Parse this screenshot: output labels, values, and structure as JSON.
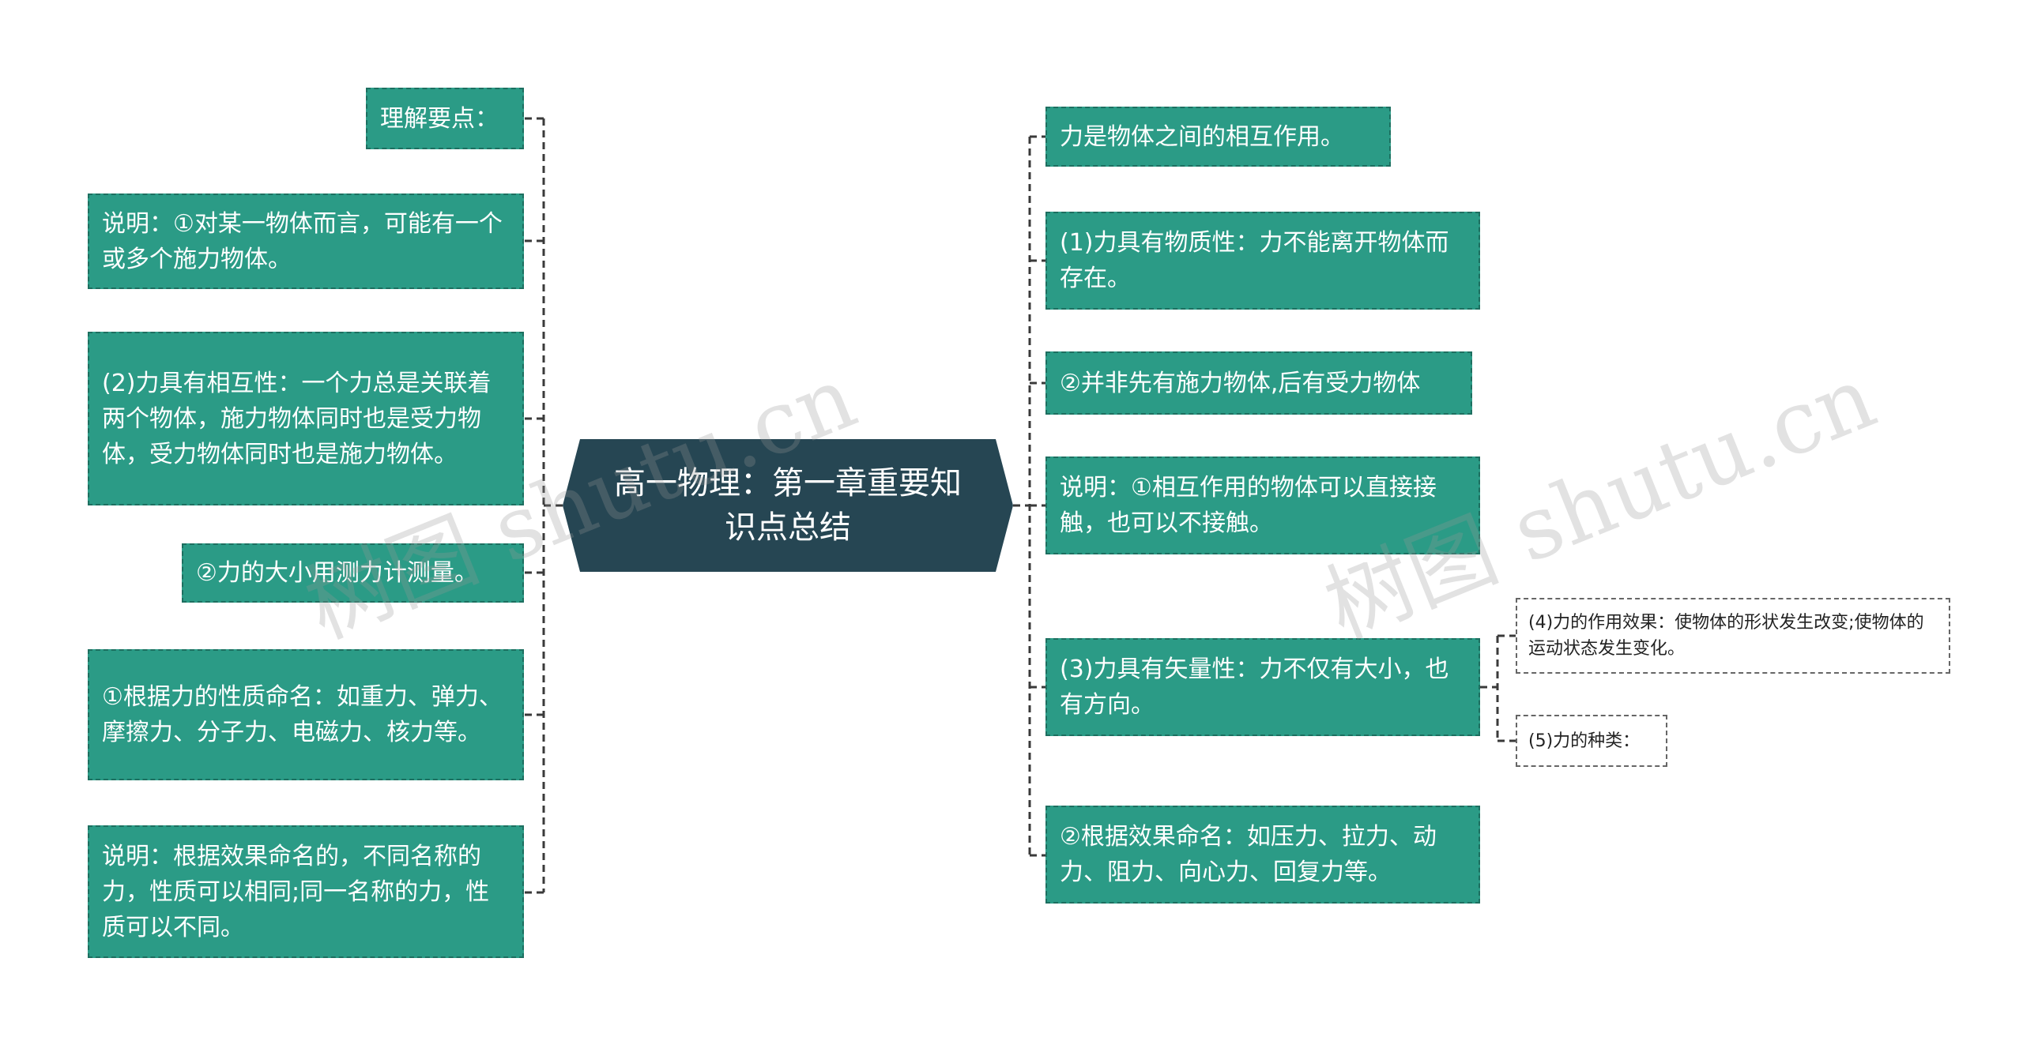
{
  "center": {
    "title": "高一物理：第一章重要知识点总结"
  },
  "left_nodes": [
    {
      "text": "理解要点："
    },
    {
      "text": "说明：①对某一物体而言，可能有一个或多个施力物体。"
    },
    {
      "text": "(2)力具有相互性：一个力总是关联着两个物体，施力物体同时也是受力物体，受力物体同时也是施力物体。"
    },
    {
      "text": "②力的大小用测力计测量。"
    },
    {
      "text": "①根据力的性质命名：如重力、弹力、摩擦力、分子力、电磁力、核力等。"
    },
    {
      "text": "说明：根据效果命名的，不同名称的力，性质可以相同;同一名称的力，性质可以不同。"
    }
  ],
  "right_nodes": [
    {
      "text": "力是物体之间的相互作用。"
    },
    {
      "text": "(1)力具有物质性：力不能离开物体而存在。"
    },
    {
      "text": "②并非先有施力物体,后有受力物体"
    },
    {
      "text": "说明：①相互作用的物体可以直接接触，也可以不接触。"
    },
    {
      "text": "(3)力具有矢量性：力不仅有大小，也有方向。"
    },
    {
      "text": "②根据效果命名：如压力、拉力、动力、阻力、向心力、回复力等。"
    }
  ],
  "sub_nodes": [
    {
      "text": "(4)力的作用效果：使物体的形状发生改变;使物体的运动状态发生变化。"
    },
    {
      "text": "(5)力的种类："
    }
  ],
  "watermarks": [
    "树图 shutu.cn",
    "树图 shutu.cn"
  ],
  "colors": {
    "node_fill": "#2b9b86",
    "node_border": "#1d6f60",
    "center_fill": "#264653",
    "connector": "#3a3a3a"
  }
}
